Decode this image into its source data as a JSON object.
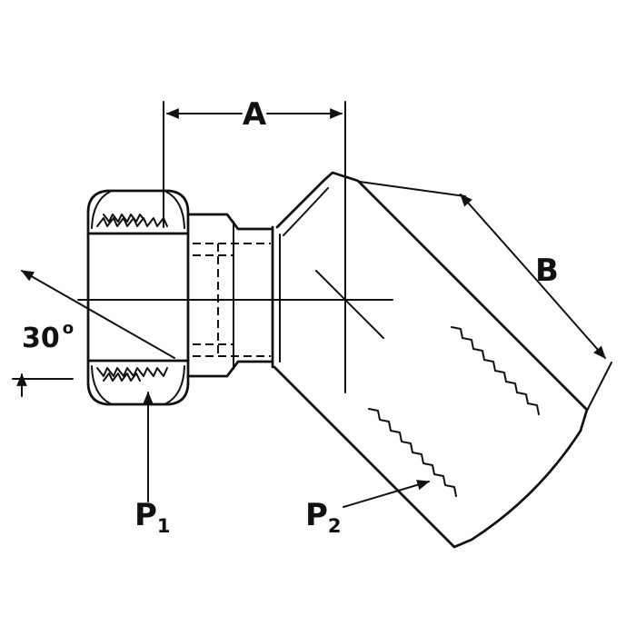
{
  "drawing": {
    "type": "technical-line-drawing",
    "subject": "30-degree elbow hydraulic fitting, side view with dimensions",
    "labels": {
      "dim_a": "A",
      "dim_b": "B",
      "angle_value": "30",
      "angle_unit": "o",
      "port1_base": "P",
      "port1_sub": "1",
      "port2_base": "P",
      "port2_sub": "2"
    },
    "colors": {
      "line": "#111111",
      "background": "#ffffff"
    }
  }
}
